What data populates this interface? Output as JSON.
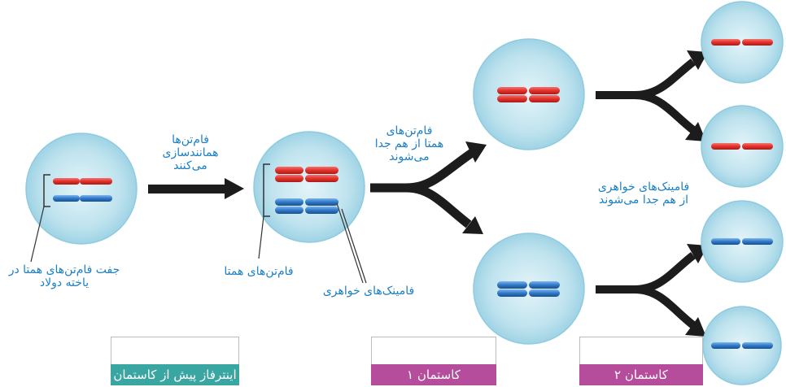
{
  "colors": {
    "red_chromatid": "#e4302b",
    "blue_chromatid": "#2f79c9",
    "cell_fill": "#bfe3ee",
    "cell_edge": "#8ecbe0",
    "arrow": "#1c1c1c",
    "label_text": "#1d7fc4",
    "stage_teal": "#3aa6a2",
    "stage_pink": "#b54d9c"
  },
  "labels": {
    "replication": [
      "فام‌تن‌ها",
      "همانندسازی",
      "می‌کنند"
    ],
    "homologs_separate": [
      "فام‌تن‌های",
      "همتا از هم جدا",
      "می‌شوند"
    ],
    "sisters_separate": [
      "فامینک‌های خواهری",
      "از هم جدا می‌شوند"
    ],
    "homolog_pair": [
      "جفت فام‌تن‌های همتا در",
      "یاخته دولاد"
    ],
    "homologs": "فام‌تن‌های همتا",
    "sister_chromatids": "فامینک‌های خواهری"
  },
  "stages": {
    "interphase": "اینترفاز پیش از کاستمان",
    "meiosis1": "کاستمان ۱",
    "meiosis2": "کاستمان ۲"
  }
}
